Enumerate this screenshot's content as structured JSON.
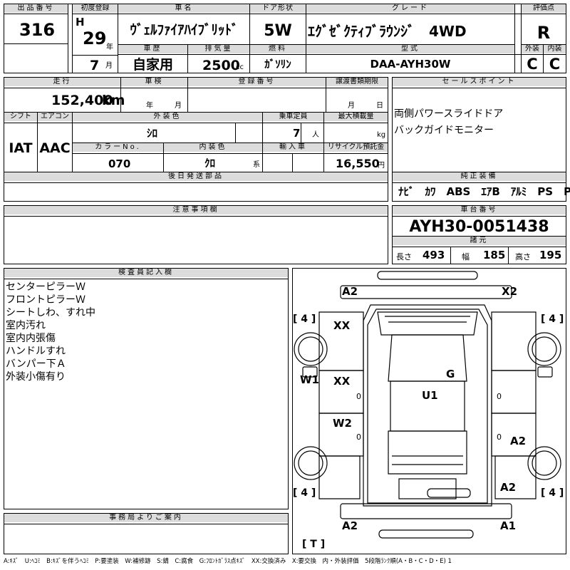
{
  "header": {
    "lot_no_label": "出品番号",
    "lot_no": "316",
    "first_reg_label": "初度登録",
    "era_letter": "H",
    "year": "29",
    "year_unit": "年",
    "month": "7",
    "month_unit": "月",
    "car_name_label": "車名",
    "car_name": "ｳﾞｪﾙﾌｧｲｱﾊｲﾌﾞﾘｯﾄﾞ",
    "history_label": "車歴",
    "history": "自家用",
    "displacement_label": "排気量",
    "displacement": "2500",
    "displacement_unit": "cc",
    "door_label": "ドア形状",
    "door": "5W",
    "fuel_label": "燃料",
    "fuel": "ｶﾞｿﾘﾝ",
    "grade_label": "グレード",
    "grade": "ｴｸﾞｾﾞｸﾃｨﾌﾞﾗｳﾝｼﾞ　4WD",
    "model_label": "型式",
    "model": "DAA-AYH30W",
    "score_label": "評価点",
    "score": "R",
    "exterior_label": "外装",
    "exterior": "C",
    "interior_label": "内装",
    "interior": "C"
  },
  "row2": {
    "mileage_label": "走行",
    "mileage": "152,400",
    "mileage_unit": "km",
    "inspection_label": "車検",
    "inspection_year": "年",
    "inspection_month": "月",
    "registration_label": "登録番号",
    "transfer_label": "譲渡書類期限",
    "transfer_month": "月",
    "transfer_day": "日",
    "sales_point_label": "セールスポイント",
    "sales_points": [
      "両側パワースライドドア",
      "バックガイドモニター"
    ],
    "shift_label": "シフト",
    "shift": "IAT",
    "ac_label": "エアコン",
    "ac": "AAC",
    "ext_color_label": "外装色",
    "ext_color": "ｼﾛ",
    "capacity_label": "乗車定員",
    "capacity": "7",
    "capacity_unit": "人",
    "max_load_label": "最大積載量",
    "max_load_unit": "kg",
    "color_no_label": "カラーNo.",
    "color_no": "070",
    "int_color_label": "内装色",
    "int_color": "ｸﾛ",
    "int_color_unit": "系",
    "import_label": "輸入車",
    "recycle_label": "リサイクル預託金",
    "recycle": "16,550",
    "recycle_unit": "円",
    "later_parts_label": "後日発送部品",
    "equipment_label": "純正装備",
    "equipment": "ﾅﾋﾞ　ｶﾜ　ABS　ｴｱB　ｱﾙﾐ　PS　PW"
  },
  "notes": {
    "label": "注意事項欄"
  },
  "chassis": {
    "label": "車台番号",
    "number": "AYH30-0051438",
    "dims_label": "諸元",
    "length_label": "長さ",
    "length": "493",
    "width_label": "幅",
    "width": "185",
    "height_label": "高さ",
    "height": "195"
  },
  "inspector": {
    "label": "検査員記入欄",
    "lines": [
      "センターピラーＷ",
      "フロントピラーＷ",
      "シートしわ、すれ中",
      "室内汚れ",
      "室内内張傷",
      "ハンドルすれ",
      "バンパー下Ａ",
      "外装小傷有り"
    ]
  },
  "office": {
    "label": "事務局よりご案内"
  },
  "diagram": {
    "a2_top_left": "A2",
    "x2_top_right": "X2",
    "four_tl": "4",
    "four_tr": "4",
    "four_bl": "4",
    "four_br": "4",
    "xx_upper": "XX",
    "xx_left": "XX",
    "w1": "W1",
    "g": "G",
    "u1": "U1",
    "w2": "W2",
    "a2_right": "A2",
    "a2_lower_right": "A2",
    "a2_bottom_left": "A2",
    "a1_bottom_right": "A1",
    "t": "T",
    "zero": "0"
  },
  "legend": "A:ｷｽﾞ　U:ﾍｺﾐ　B:ｷｽﾞを伴うﾍｺﾐ　P:要塗装　W:補修跡　S:錆　C:腐食　G:ﾌﾛﾝﾄｶﾞﾗｽ点ｷｽﾞ　XX:交換済み　X:要交換　内・外装評価　5段階ﾗﾝｸ順(A・B・C・D・E) 1"
}
